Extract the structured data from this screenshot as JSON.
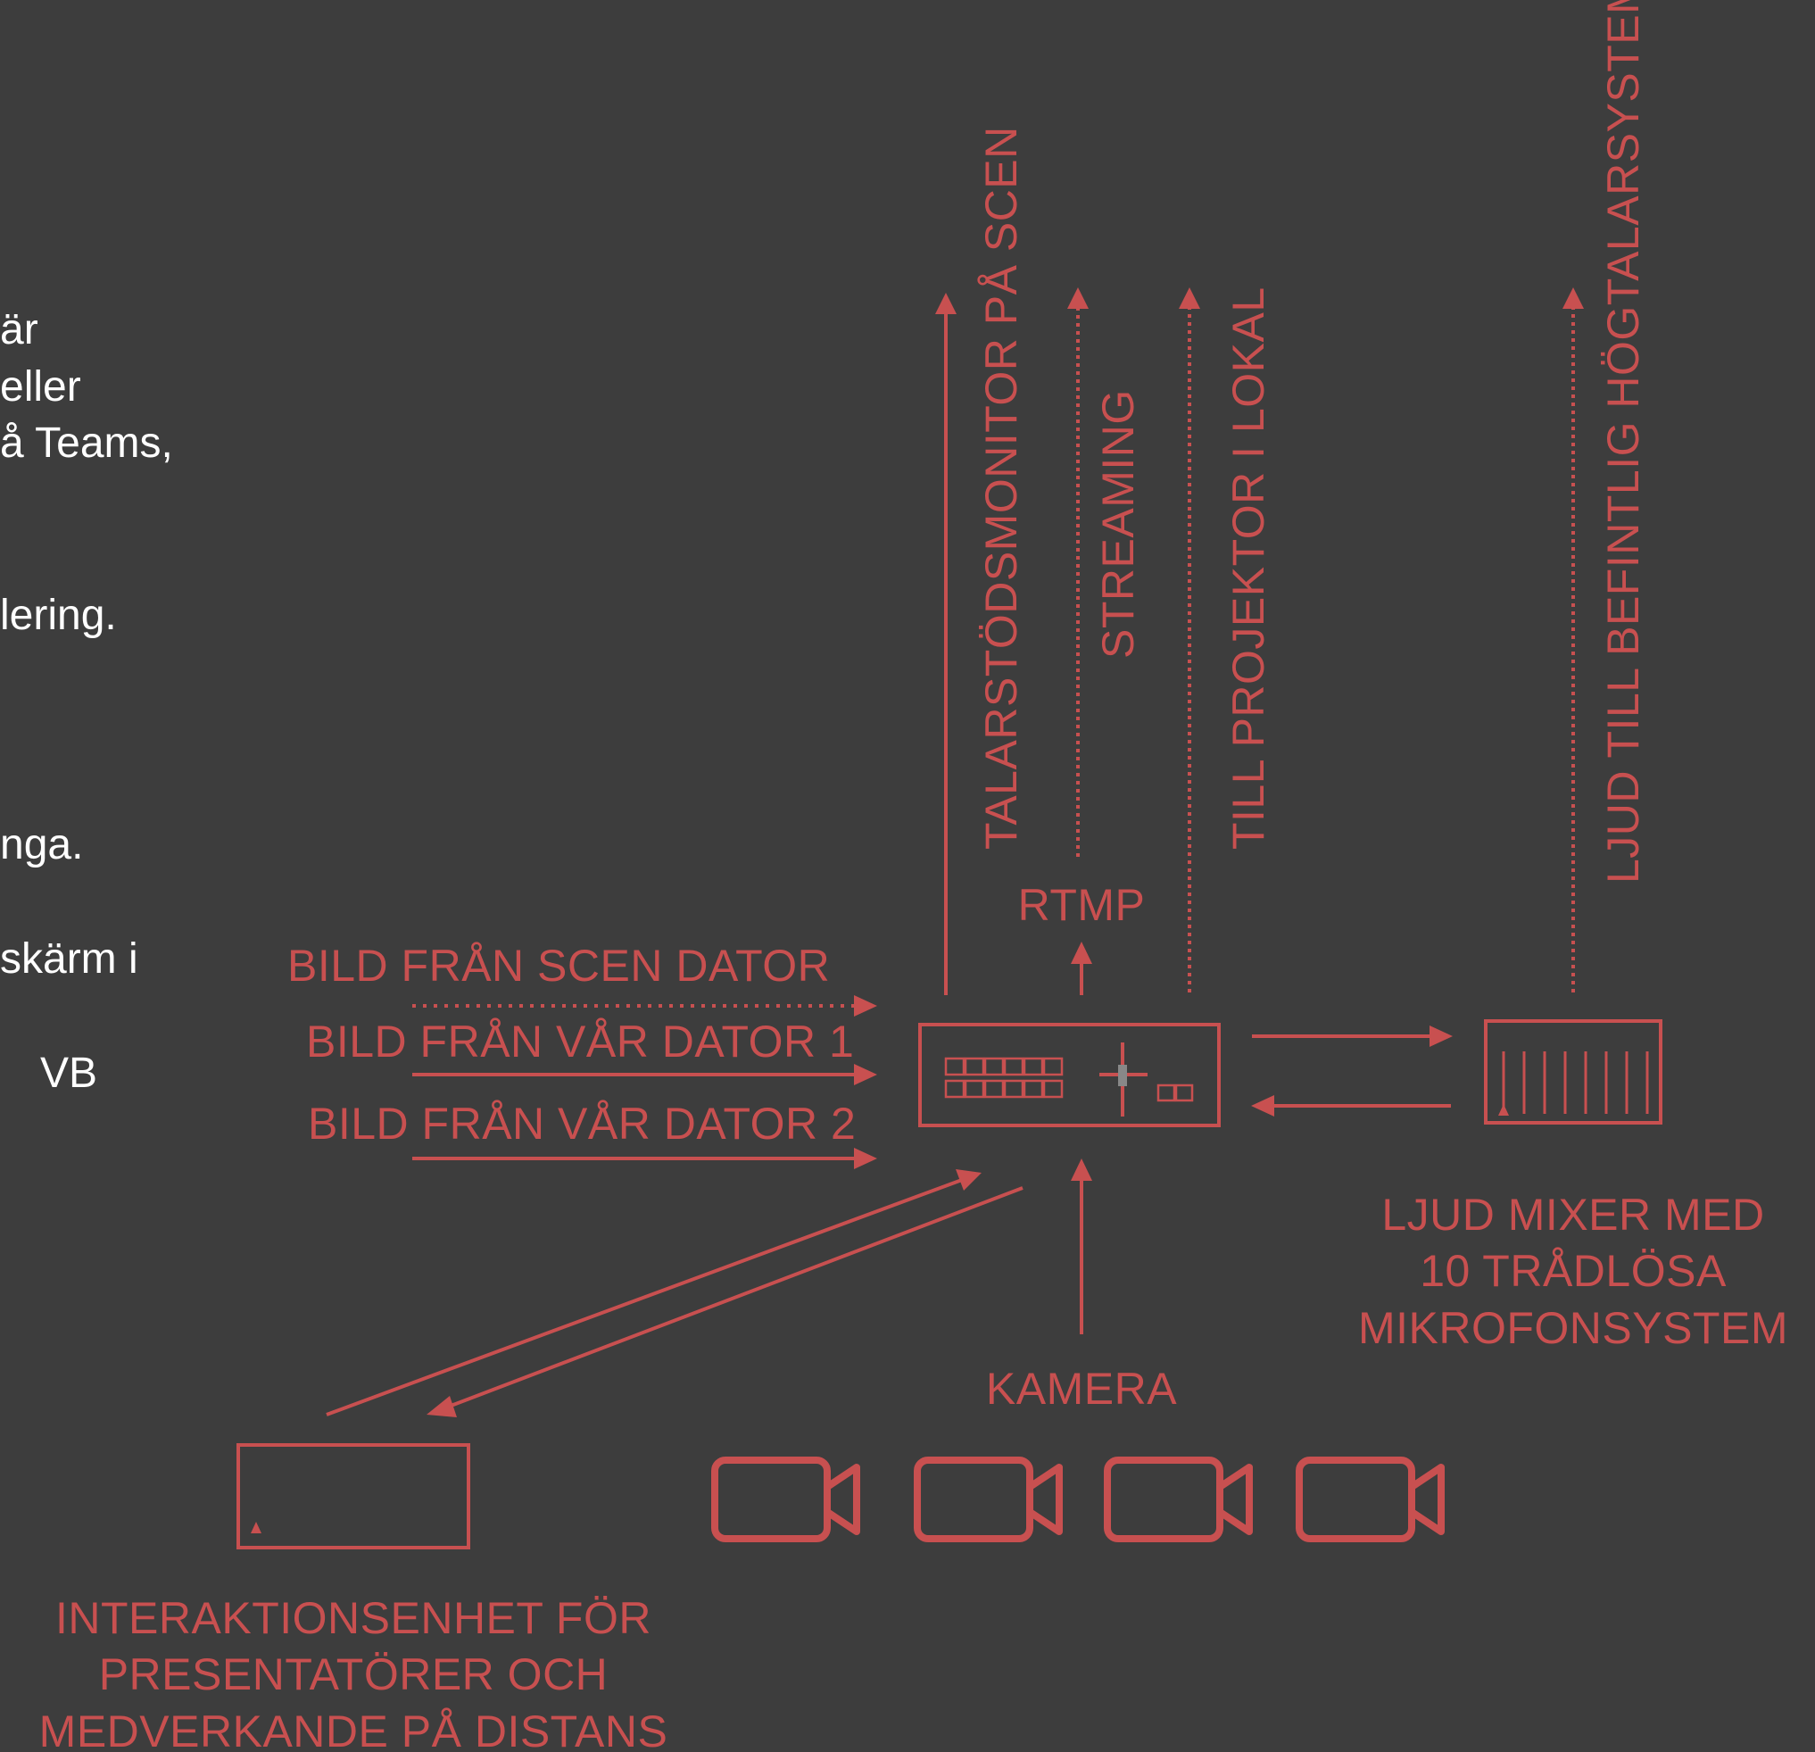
{
  "colors": {
    "background": "#3d3d3d",
    "accent": "#c85050",
    "side_text": "#ffffff"
  },
  "side_text_fragments": [
    "är",
    "eller",
    "å Teams,",
    "lering.",
    "nga.",
    "skärm i",
    "VB"
  ],
  "outputs": {
    "prompter": "TALARSTÖDSMONITOR PÅ SCEN",
    "streaming": "STREAMING",
    "rtmp": "RTMP",
    "projector": "TILL PROJEKTOR I LOKAL",
    "audio_system": "LJUD TILL  BEFINTLIG HÖGTALARSYSTEM"
  },
  "inputs": {
    "stage_computer": "BILD FRÅN SCEN DATOR",
    "our_computer_1": "BILD FRÅN VÅR DATOR 1",
    "our_computer_2": "BILD FRÅN VÅR DATOR 2"
  },
  "devices": {
    "video_mixer_icon": "video-switcher-icon",
    "audio_mixer_icon": "audio-mixer-icon",
    "audio_mixer_label": [
      "LJUD MIXER MED",
      "10 TRÅDLÖSA",
      "MIKROFONSYSTEM"
    ],
    "camera_label": "KAMERA",
    "camera_count": 4,
    "interaction_label": [
      "INTERAKTIONSENHET FÖR",
      "PRESENTATÖRER OCH",
      "MEDVERKANDE PÅ DISTANS"
    ]
  }
}
